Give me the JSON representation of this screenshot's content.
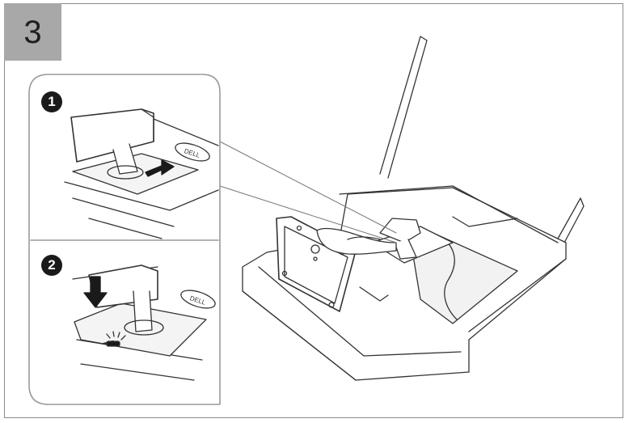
{
  "step": {
    "number": "3"
  },
  "substeps": [
    {
      "badge": "1"
    },
    {
      "badge": "2"
    }
  ],
  "logo_text": "DELL"
}
